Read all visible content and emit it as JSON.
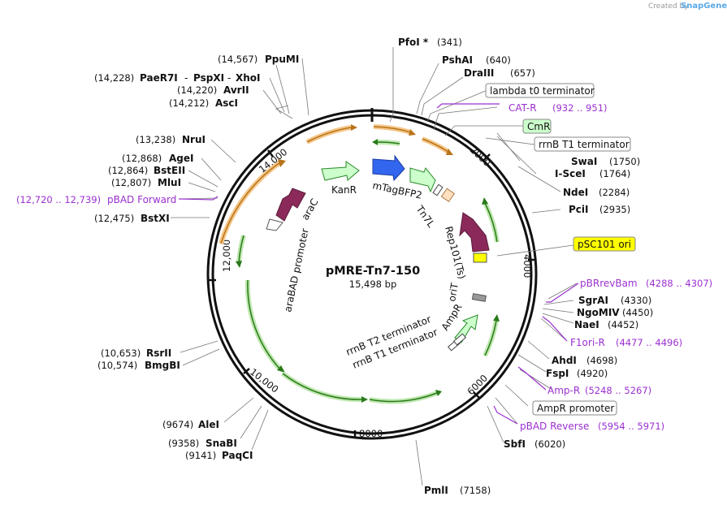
{
  "credit": {
    "created_by": "Created by",
    "brand": "SnapGene"
  },
  "plasmid": {
    "name": "pMRE-Tn7-150",
    "length": "15,498 bp"
  },
  "ticks": [
    "2000",
    "4000",
    "6000",
    "8000",
    "10,000",
    "12,000",
    "14,000"
  ],
  "sites": [
    {
      "name": "PfoI *",
      "pos": "(341)"
    },
    {
      "name": "PshAI",
      "pos": "(640)"
    },
    {
      "name": "DraIII",
      "pos": "(657)"
    },
    {
      "name": "SwaI",
      "pos": "(1750)"
    },
    {
      "name": "I-SceI",
      "pos": "(1764)"
    },
    {
      "name": "NdeI",
      "pos": "(2284)"
    },
    {
      "name": "PciI",
      "pos": "(2935)"
    },
    {
      "name": "SgrAI",
      "pos": "(4330)"
    },
    {
      "name": "NgoMIV",
      "pos": "(4450)"
    },
    {
      "name": "NaeI",
      "pos": "(4452)"
    },
    {
      "name": "AhdI",
      "pos": "(4698)"
    },
    {
      "name": "FspI",
      "pos": "(4920)"
    },
    {
      "name": "SbfI",
      "pos": "(6020)"
    },
    {
      "name": "PmlI",
      "pos": "(7158)"
    },
    {
      "name": "PaqCI",
      "pos": "(9141)"
    },
    {
      "name": "SnaBI",
      "pos": "(9358)"
    },
    {
      "name": "AleI",
      "pos": "(9674)"
    },
    {
      "name": "BmgBI",
      "pos": "(10,574)"
    },
    {
      "name": "RsrII",
      "pos": "(10,653)"
    },
    {
      "name": "BstXI",
      "pos": "(12,475)"
    },
    {
      "name": "MluI",
      "pos": "(12,807)"
    },
    {
      "name": "BstEII",
      "pos": "(12,864)"
    },
    {
      "name": "AgeI",
      "pos": "(12,868)"
    },
    {
      "name": "NruI",
      "pos": "(13,238)"
    },
    {
      "name": "AscI",
      "pos": "(14,212)"
    },
    {
      "name": "AvrII",
      "pos": "(14,220)"
    },
    {
      "name": "PaeR7I",
      "pos": "(14,228)"
    },
    {
      "name": "PspXI",
      "pos": ""
    },
    {
      "name": "XhoI",
      "pos": ""
    },
    {
      "name": "PpuMI",
      "pos": "(14,567)"
    }
  ],
  "primers": [
    {
      "name": "CAT-R",
      "pos": "(932 .. 951)"
    },
    {
      "name": "pBRrevBam",
      "pos": "(4288 .. 4307)"
    },
    {
      "name": "F1ori-R",
      "pos": "(4477 .. 4496)"
    },
    {
      "name": "Amp-R",
      "pos": "(5248 .. 5267)"
    },
    {
      "name": "pBAD Reverse",
      "pos": "(5954 .. 5971)"
    },
    {
      "name": "pBAD Forward",
      "pos": "(12,720 .. 12,739)"
    }
  ],
  "boxed_labels": [
    "lambda t0 terminator",
    "CmR",
    "rrnB T1 terminator",
    "pSC101 ori",
    "AmpR promoter"
  ],
  "features": [
    "KanR",
    "mTagBFP2",
    "Tn7L",
    "Rep101(Ts)",
    "oriT",
    "AmpR",
    "rrnB T2 terminator",
    "rrnB T1 terminator",
    "araBAD promoter",
    "araC"
  ],
  "colors": {
    "gene_green": "#ccffcc",
    "gene_green_stroke": "#2a8a2a",
    "blue_fp": "#3366ee",
    "maroon": "#8b2a5a",
    "orange_arc": "#f5a623",
    "ori_yellow": "#ffff00",
    "primer_purple": "#9b30d0",
    "cmr_box": "#ccffcc"
  }
}
